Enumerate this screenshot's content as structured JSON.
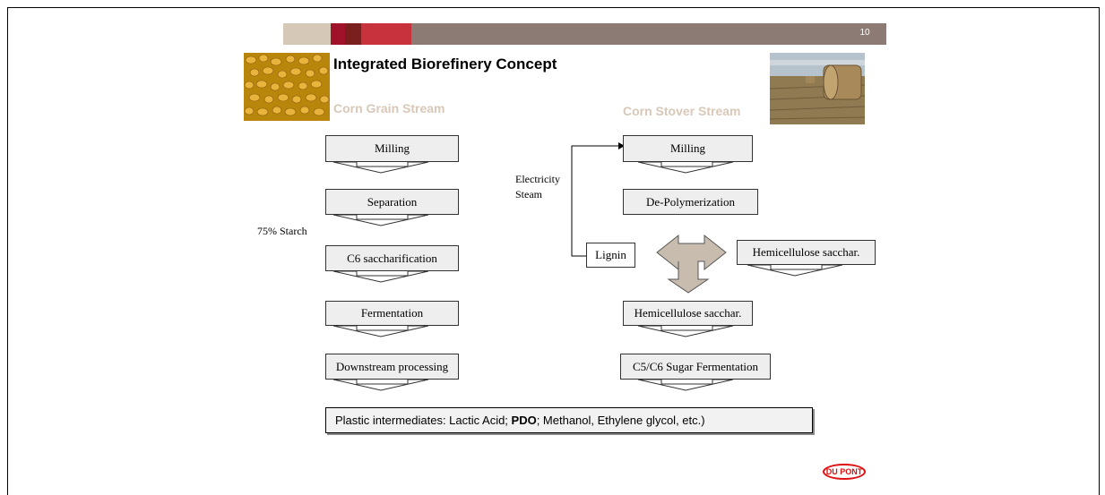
{
  "slide": {
    "number": "10",
    "title": "Integrated Biorefinery Concept"
  },
  "header_band_colors": [
    "#d6c8b6",
    "#a0122a",
    "#7a1e1e",
    "#c8323c",
    "#8c7b74"
  ],
  "corn_grain": {
    "title": "Corn Grain Stream",
    "steps": [
      "Milling",
      "Separation",
      "C6 saccharification",
      "Fermentation",
      "Downstream processing"
    ],
    "side_label": "75% Starch"
  },
  "corn_stover": {
    "title": "Corn Stover Stream",
    "steps": [
      "Milling",
      "De-Polymerization"
    ],
    "lignin": "Lignin",
    "energy_label": [
      "Electricity",
      "Steam"
    ],
    "side_box": "Hemicellulose sacchar.",
    "center_box": "Hemicellulose sacchar.",
    "fermentation": "C5/C6 Sugar Fermentation"
  },
  "output": {
    "prefix": "Plastic intermediates: Lactic Acid; ",
    "bold": "PDO",
    "suffix": "; Methanol, Ethylene glycol, etc.)"
  },
  "logo": {
    "text": "DU PONT",
    "color": "#dd1111"
  },
  "icons": [
    "corn-kernels-photo",
    "hay-bale-photo",
    "tri-arrow-icon"
  ]
}
